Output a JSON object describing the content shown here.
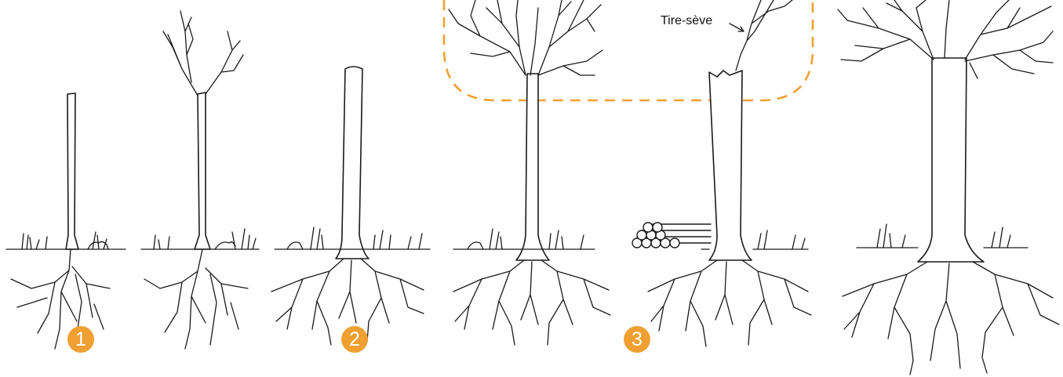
{
  "colors": {
    "accent": "#F0A033",
    "ink": "#1a1a1a",
    "background": "#ffffff"
  },
  "stage_badges": [
    {
      "label": "1"
    },
    {
      "label": "2"
    },
    {
      "label": "3"
    }
  ],
  "callout": {
    "label": "Tire-sève"
  },
  "trees": [
    {
      "stage": "sapling"
    },
    {
      "stage": "young-tree"
    },
    {
      "stage": "pollarded-trunk"
    },
    {
      "stage": "regrown-crown"
    },
    {
      "stage": "cut-with-sap-riser"
    },
    {
      "stage": "mature-tree"
    }
  ],
  "icons": {
    "highlight_box": "dashed-rounded-box",
    "log_pile": "stacked-logs-icon",
    "arrow": "pointer-arrow-icon"
  }
}
